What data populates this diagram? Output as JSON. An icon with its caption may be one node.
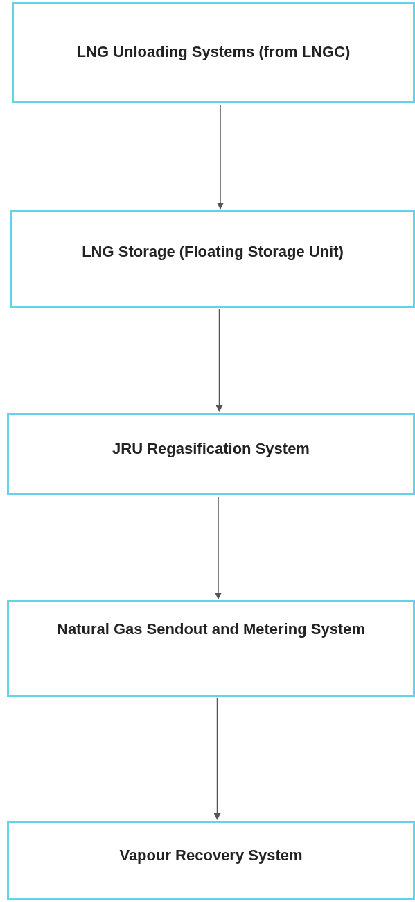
{
  "diagram": {
    "nodes": [
      {
        "text": [
          "LNG Unloading Systems (from LNGC)"
        ]
      },
      {
        "text": [
          "LNG Storage (Floating Storage Unit)"
        ]
      },
      {
        "text": [
          "JRU Regasification System"
        ]
      },
      {
        "text": [
          "Natural Gas Sendout and Metering System"
        ]
      },
      {
        "text": [
          "Vapour Recovery System"
        ]
      }
    ],
    "edges": [
      {
        "from": 0,
        "to": 1,
        "arrow": "to"
      },
      {
        "from": 1,
        "to": 2,
        "arrow": "to"
      },
      {
        "from": 2,
        "to": 3,
        "arrow": "to"
      },
      {
        "from": 3,
        "to": 4,
        "arrow": "to"
      }
    ]
  }
}
